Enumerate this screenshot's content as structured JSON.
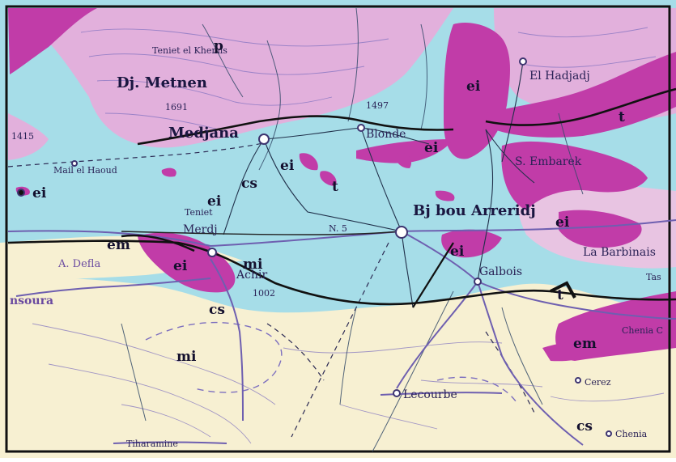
{
  "map": {
    "colors": {
      "frame": "#111111",
      "cretaceous_blue": "#a6dde8",
      "miocene_cream": "#f7f0d2",
      "pink_relief": "#e2b0dc",
      "eocene_magenta": "#c13ca8",
      "road": "#6e5fb0",
      "contour": "#7d6fbf",
      "stream": "#334a68"
    },
    "place_names": {
      "metnen": "Dj. Metnen",
      "khemis": "Teniet el Khemis",
      "medjana": "Medjana",
      "blonde": "Blonde",
      "hadjadj": "El Hadjadj",
      "embarek": "S. Embarek",
      "mail_haoud": "Mail el Haoud",
      "teniet": "Teniet",
      "merdj": "Merdj",
      "bordj": "Bj bou Arreridj",
      "defla": "A. Defla",
      "achir": "Achir",
      "galbois": "Galbois",
      "barbinais": "La Barbinais",
      "tas": "Tas",
      "chenia_c": "Chenia C",
      "lecourbe": "Lecourbe",
      "cerez": "Cerez",
      "chenia": "Chenia",
      "tiharamine": "Tiharamine",
      "mansoura": "nsoura",
      "road_n5": "N. 5"
    },
    "elevations": [
      "1691",
      "1497",
      "1415",
      "1002"
    ],
    "units": {
      "ei": "ei",
      "cs": "cs",
      "em": "em",
      "mi": "mi",
      "t": "t",
      "p": "p"
    }
  }
}
